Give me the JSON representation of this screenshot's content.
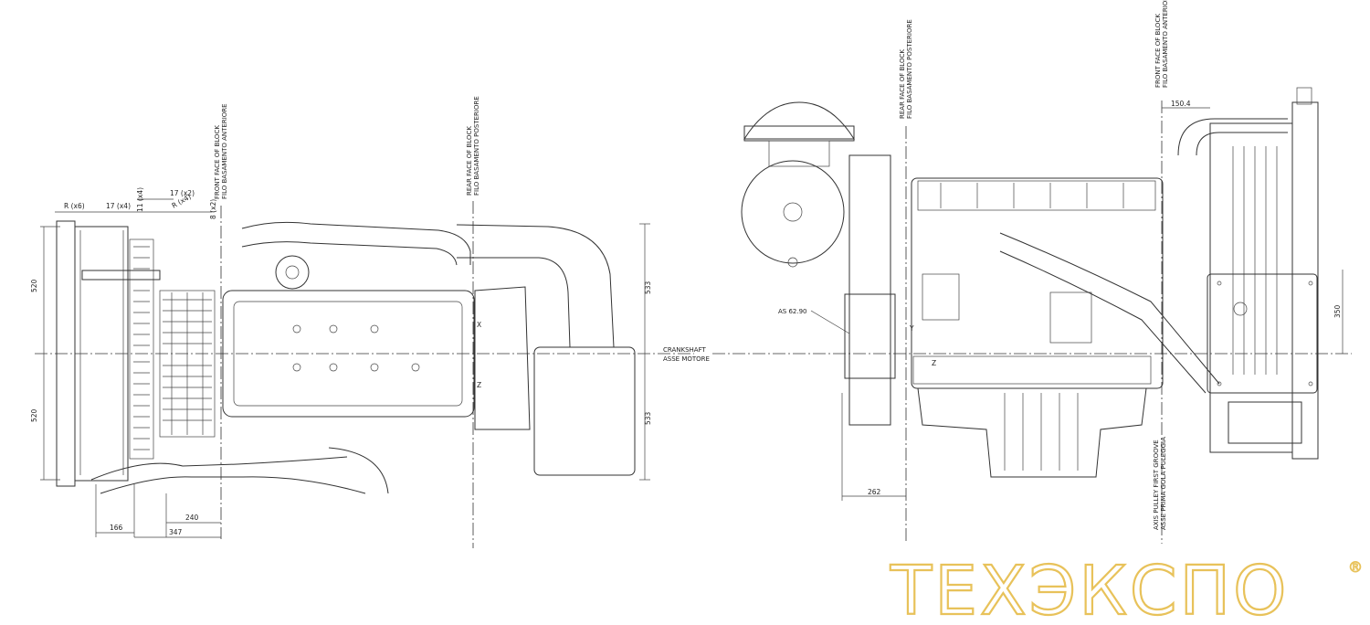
{
  "labels": {
    "front_face_en": "FRONT FACE OF BLOCK",
    "front_face_it": "FILO BASAMENTO ANTERIORE",
    "rear_face_en": "REAR FACE OF BLOCK",
    "rear_face_it": "FILO BASAMENTO POSTERIORE",
    "crankshaft_en": "CRANKSHAFT",
    "crankshaft_it": "ASSE MOTORE",
    "pulley_en": "AXIS PULLEY FIRST GROOVE",
    "pulley_it": "ASSE PRIMA GOLA PULEGGIA",
    "as": "AS 62.90",
    "axis_x": "X",
    "axis_y": "Y",
    "axis_z": "Z"
  },
  "dimensions": {
    "r_x6": "R (x6)",
    "d17_x4": "17 (x4)",
    "d11_x4": "11 (x4)",
    "d17_x2": "17 (x2)",
    "r_x4": "R (x4)",
    "d8_x2": "8 (x2)",
    "d520_top": "520",
    "d520_bottom": "520",
    "d533_top": "533",
    "d533_bottom": "533",
    "d240": "240",
    "d166": "166",
    "d347": "347",
    "d262": "262",
    "d150": "150.4",
    "d350": "350"
  },
  "brand": {
    "name": "ТЕХЭКСПО",
    "registered": "®",
    "color": "#e8c25a"
  }
}
